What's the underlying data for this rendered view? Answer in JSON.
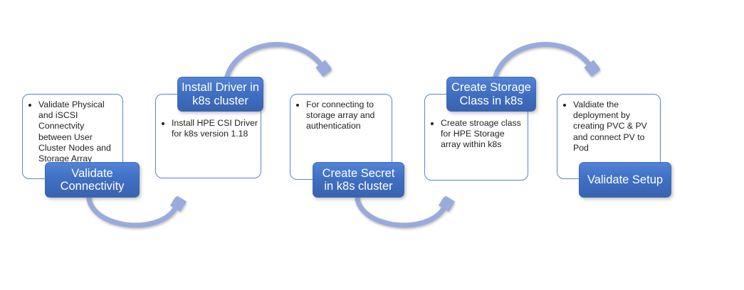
{
  "diagram": {
    "type": "process-flow",
    "background_color": "#ffffff",
    "accent_blue": "#4472C4",
    "arrow_color": "#98ABDC",
    "steps": [
      {
        "title": "Validate Connectivity",
        "title_position": "bottom",
        "bullet": "Validate Physical and iSCSI Connectvity between User Cluster Nodes and Storage Array"
      },
      {
        "title": "Install Driver in k8s cluster",
        "title_position": "top",
        "bullet": "Install HPE CSI Driver for k8s version 1.18"
      },
      {
        "title": "Create Secret in k8s cluster",
        "title_position": "bottom",
        "bullet": "For connecting to storage array and authentication"
      },
      {
        "title": "Create Storage Class in k8s",
        "title_position": "top",
        "bullet": "Create stroage class for HPE Storage array within k8s"
      },
      {
        "title": "Validate Setup",
        "title_position": "bottom",
        "bullet": "Valdiate the deployment by creating PVC & PV and connect PV to Pod"
      }
    ],
    "connectors": [
      {
        "from_step": 1,
        "to_step": 2,
        "arc_side": "bottom"
      },
      {
        "from_step": 2,
        "to_step": 3,
        "arc_side": "top"
      },
      {
        "from_step": 3,
        "to_step": 4,
        "arc_side": "bottom"
      },
      {
        "from_step": 4,
        "to_step": 5,
        "arc_side": "top"
      }
    ]
  }
}
